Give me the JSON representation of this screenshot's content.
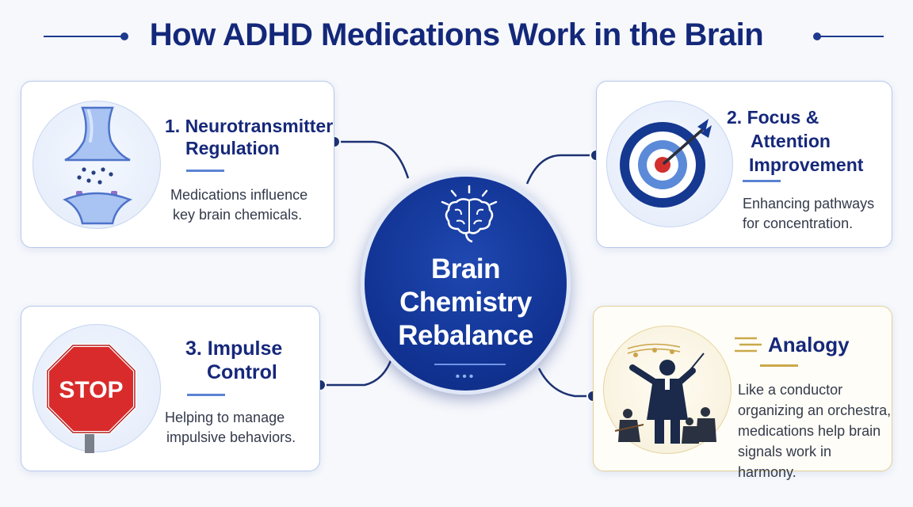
{
  "title": "How ADHD Medications Work in the Brain",
  "center": {
    "lines": [
      "Brain",
      "Chemistry",
      "Rebalance"
    ],
    "dots": "•••",
    "icon": "brain-icon"
  },
  "cards": {
    "neurotransmitter": {
      "heading_lines": [
        "1. Neurotransmitter",
        "Regulation"
      ],
      "body_lines": [
        "Medications influence",
        "key brain chemicals."
      ],
      "icon": "synapse-icon"
    },
    "focus": {
      "heading_lines": [
        "2. Focus &",
        "Attention",
        "Improvement"
      ],
      "body_lines": [
        "Enhancing pathways",
        "for concentration."
      ],
      "icon": "target-icon"
    },
    "impulse": {
      "heading_lines": [
        "3. Impulse",
        "Control"
      ],
      "body_lines": [
        "Helping to manage",
        "impulsive behaviors."
      ],
      "icon": "stop-sign-icon",
      "sign_text": "STOP"
    },
    "analogy": {
      "heading": "Analogy",
      "body_lines": [
        "Like a conductor",
        "organizing an orchestra,",
        "medications help brain",
        "signals work in harmony."
      ],
      "icon": "conductor-icon"
    }
  },
  "colors": {
    "navy": "#14287a",
    "center_blue": "#123495",
    "accent_blue": "#5a83d3",
    "gold": "#caa84a",
    "stop_red": "#d92b2b"
  }
}
